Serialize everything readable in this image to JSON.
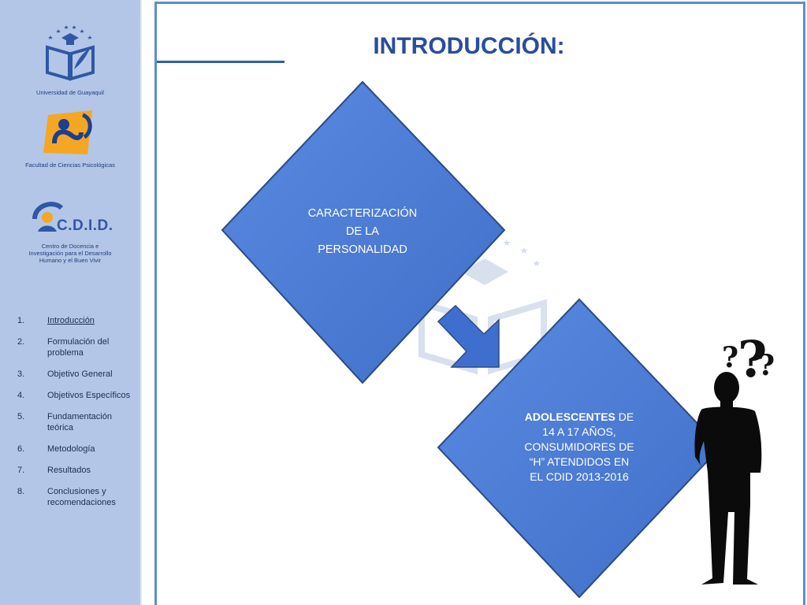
{
  "header": {
    "title": "INTRODUCCIÓN:"
  },
  "logos": {
    "university": "Universidad de Guayaquil",
    "faculty": "Facultad de Ciencias Psicológicas",
    "cdid_mark": "C.D.I.D.",
    "cdid_caption_1": "Centro de Docencia e",
    "cdid_caption_2": "Investigación para el Desarrollo",
    "cdid_caption_3": "Humano y el Buen Vivir"
  },
  "toc": [
    {
      "num": "1.",
      "label": "Introducción",
      "active": true
    },
    {
      "num": "2.",
      "label": "Formulación del problema"
    },
    {
      "num": "3.",
      "label": "Objetivo General"
    },
    {
      "num": "4.",
      "label": "Objetivos Específicos"
    },
    {
      "num": "5.",
      "label": "Fundamentación teórica"
    },
    {
      "num": "6.",
      "label": "Metodología"
    },
    {
      "num": "7.",
      "label": "Resultados"
    },
    {
      "num": "8.",
      "label": "Conclusiones y recomendaciones"
    }
  ],
  "diagram": {
    "box1": {
      "line1": "CARACTERIZACIÓN",
      "line2": "DE LA",
      "line3": "PERSONALIDAD"
    },
    "box2": {
      "bold": "ADOLESCENTES",
      "rest_1": " DE",
      "line2": "14 A 17 AÑOS,",
      "line3": "CONSUMIDORES DE",
      "line4": "“H” ATENDIDOS EN",
      "line5": "EL CDID 2013-2016"
    }
  },
  "colors": {
    "sidebar": "#b3c6e7",
    "diamond": "#4f7fd6",
    "title": "#2a4d9b",
    "frame": "#5b8fd0"
  }
}
